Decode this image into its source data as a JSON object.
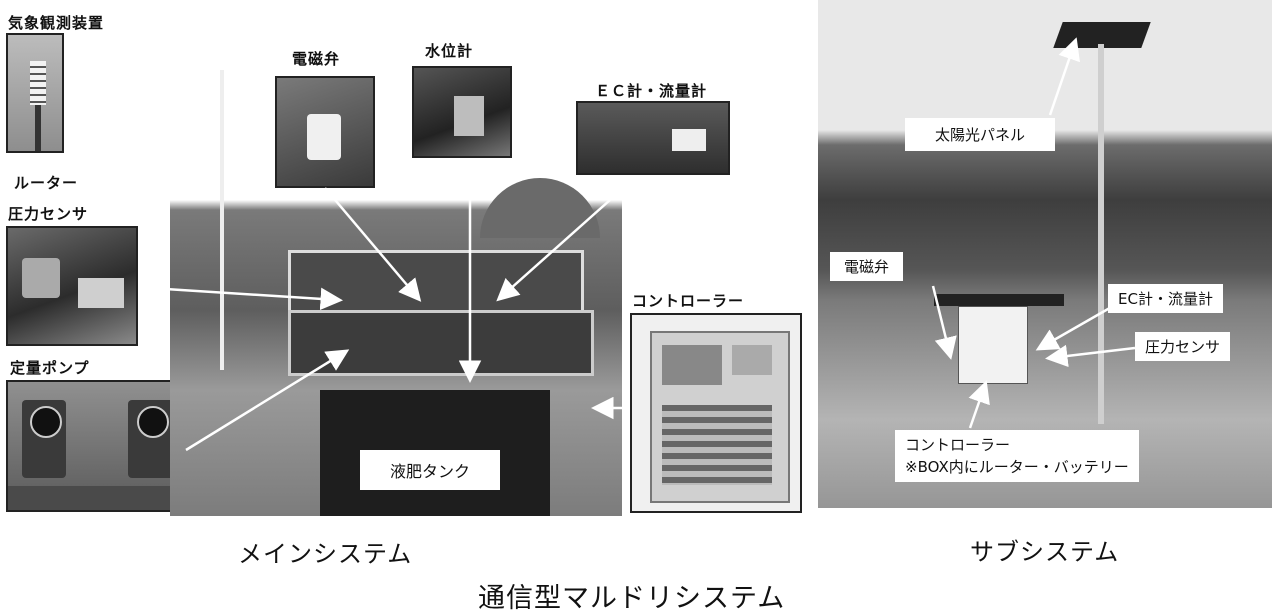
{
  "labels": {
    "weather": "気象観測装置",
    "router": "ルーター",
    "pressure_main": "圧力センサ",
    "pump": "定量ポンプ",
    "valve_main": "電磁弁",
    "level": "水位計",
    "ec_main": "ＥＣ計・流量計",
    "controller_main": "コントローラー",
    "tank": "液肥タンク",
    "solar": "太陽光パネル",
    "valve_sub": "電磁弁",
    "ec_sub": "EC計・流量計",
    "pressure_sub": "圧力センサ",
    "controller_sub_line1": "コントローラー",
    "controller_sub_line2": "※BOX内にルーター・バッテリー"
  },
  "captions": {
    "main": "メインシステム",
    "sub": "サブシステム",
    "overall": "通信型マルドリシステム"
  }
}
